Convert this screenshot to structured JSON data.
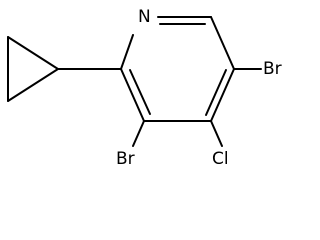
{
  "structure": {
    "atoms": {
      "ring_nitrogen": "N",
      "bromine_5": "Br",
      "chlorine_4": "Cl",
      "bromine_3": "Br"
    },
    "colors": {
      "bond": "#000000",
      "label": "#000000",
      "background": "#ffffff"
    }
  }
}
